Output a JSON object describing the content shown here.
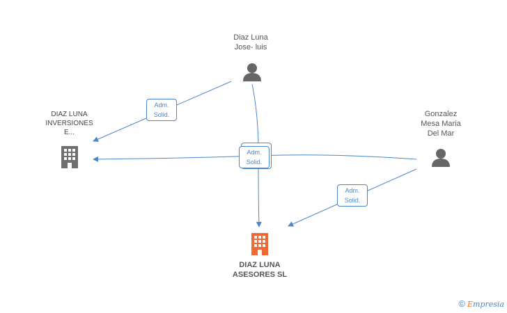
{
  "nodes": {
    "person_diaz": {
      "line1": "Diaz Luna",
      "line2": "Jose- luis"
    },
    "person_gonzalez": {
      "line1": "Gonzalez",
      "line2": "Mesa Maria",
      "line3": "Del Mar"
    },
    "company_inversiones": {
      "line1": "DIAZ LUNA",
      "line2": "INVERSIONES",
      "line3": "E..."
    },
    "company_main": {
      "line1": "DIAZ LUNA",
      "line2": "ASESORES SL"
    }
  },
  "relations": {
    "rel_1": {
      "line1": "Adm.",
      "line2": "Solid."
    },
    "rel_2": {
      "line1": "Adm.",
      "line2": "Solid."
    },
    "rel_3": {
      "line1": "Adm.",
      "line2": "Solid."
    }
  },
  "colors": {
    "edge": "#4a86c8",
    "person_icon": "#666666",
    "company_icon": "#6f6f6f",
    "main_company_icon": "#f06a35"
  },
  "footer": {
    "copyright": "©",
    "brand_first": "E",
    "brand_rest": "mpresia"
  }
}
